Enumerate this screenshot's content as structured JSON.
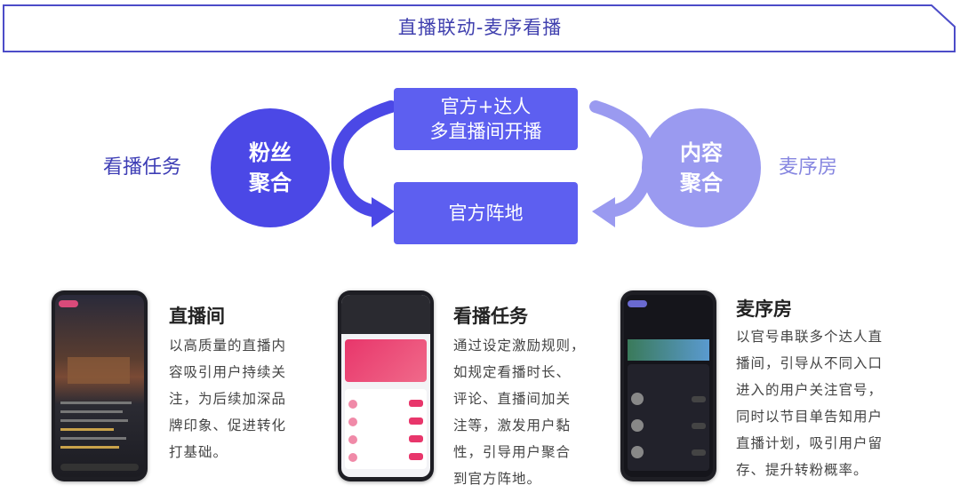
{
  "banner": {
    "title": "直播联动-麦序看播"
  },
  "diagram": {
    "left_label": "看播任务",
    "right_label": "麦序房",
    "left_circle": {
      "line1": "粉丝",
      "line2": "聚合"
    },
    "right_circle": {
      "line1": "内容",
      "line2": "聚合"
    },
    "top_box": {
      "line1": "官方+达人",
      "line2": "多直播间开播"
    },
    "bottom_box": {
      "line1": "官方阵地"
    },
    "colors": {
      "primary": "#5d5ff0",
      "circle_left": "#4b48e6",
      "circle_right": "#9a9af0",
      "text_dark": "#3d3db5",
      "text_light": "#8686e0"
    }
  },
  "sections": [
    {
      "title": "直播间",
      "lines": [
        "以高质量的直播内",
        "容吸引用户持续关",
        "注，为后续加深品",
        "牌印象、促进转化",
        "打基础。"
      ]
    },
    {
      "title": "看播任务",
      "lines": [
        "通过设定激励规则，",
        "如规定看播时长、",
        "评论、直播间加关",
        "注等，激发用户黏",
        "性，引导用户聚合",
        "到官方阵地。"
      ]
    },
    {
      "title": "麦序房",
      "lines": [
        "以官号串联多个达人直",
        "播间，引导从不同入口",
        "进入的用户关注官号，",
        "同时以节目单告知用户",
        "直播计划，吸引用户留",
        "存、提升转粉概率。"
      ]
    }
  ]
}
